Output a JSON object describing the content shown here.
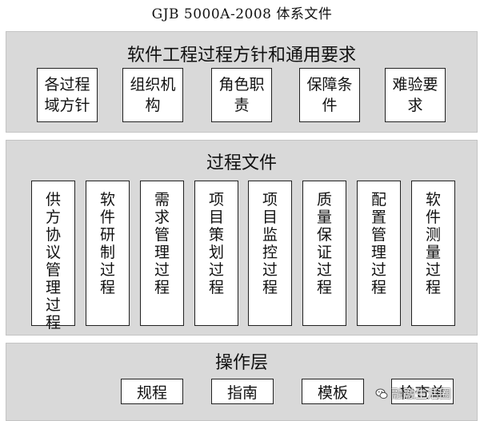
{
  "title": "GJB 5000A-2008 体系文件",
  "bands": [
    {
      "title": "软件工程过程方针和通用要求",
      "boxes": [
        "各过程域方针",
        "组织机构",
        "角色职责",
        "保障条件",
        "难验要求"
      ]
    },
    {
      "title": "过程文件",
      "boxes": [
        "供方协议管理过程",
        "软件研制过程",
        "需求管理过程",
        "项目策划过程",
        "项目监控过程",
        "质量保证过程",
        "配置管理过程",
        "软件测量过程"
      ]
    },
    {
      "title": "操作层",
      "boxes": [
        "规程",
        "指南",
        "模板",
        "检查单"
      ]
    }
  ],
  "watermark": {
    "text": "融融生活圈",
    "icon": "wechat-icon"
  }
}
